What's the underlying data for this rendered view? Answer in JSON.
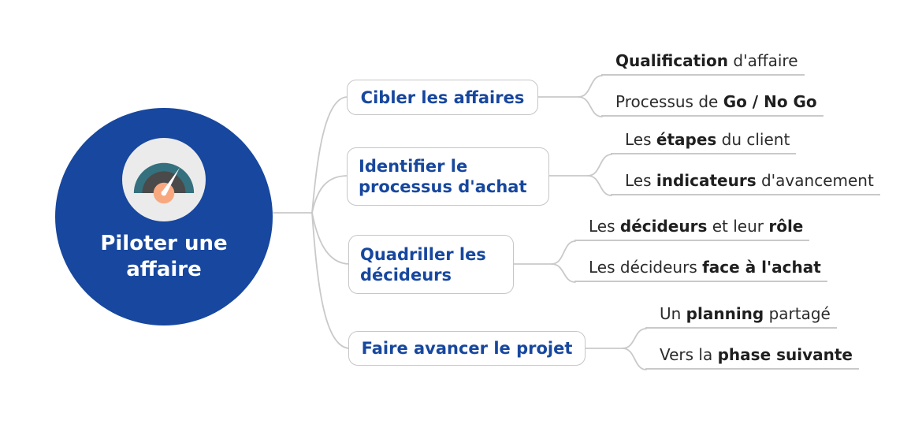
{
  "colors": {
    "brand_blue": "#17479e",
    "node_text_blue": "#17479e",
    "connector_gray": "#c9c9c9",
    "leaf_text_dark": "#2b2b2b",
    "gauge_background": "#ebebeb",
    "gauge_teal": "#35707e",
    "gauge_dark_gray": "#4a4a4a",
    "gauge_orange": "#f8a87f",
    "gauge_needle_white": "#ffffff"
  },
  "central": {
    "label": "Piloter une affaire",
    "icon": "gauge-icon"
  },
  "branches": [
    {
      "label": "Cibler les affaires",
      "leaves": [
        {
          "segments": [
            {
              "text": "Qualification",
              "bold": true
            },
            {
              "text": " d'affaire",
              "bold": false
            }
          ]
        },
        {
          "segments": [
            {
              "text": "Processus de ",
              "bold": false
            },
            {
              "text": "Go / No Go",
              "bold": true
            }
          ]
        }
      ]
    },
    {
      "label": "Identifier le processus d'achat",
      "leaves": [
        {
          "segments": [
            {
              "text": "Les ",
              "bold": false
            },
            {
              "text": "étapes",
              "bold": true
            },
            {
              "text": " du client",
              "bold": false
            }
          ]
        },
        {
          "segments": [
            {
              "text": "Les ",
              "bold": false
            },
            {
              "text": "indicateurs",
              "bold": true
            },
            {
              "text": " d'avancement",
              "bold": false
            }
          ]
        }
      ]
    },
    {
      "label": "Quadriller les décideurs",
      "leaves": [
        {
          "segments": [
            {
              "text": "Les ",
              "bold": false
            },
            {
              "text": "décideurs",
              "bold": true
            },
            {
              "text": " et leur ",
              "bold": false
            },
            {
              "text": "rôle",
              "bold": true
            }
          ]
        },
        {
          "segments": [
            {
              "text": "Les décideurs ",
              "bold": false
            },
            {
              "text": "face à l'achat",
              "bold": true
            }
          ]
        }
      ]
    },
    {
      "label": "Faire avancer le projet",
      "leaves": [
        {
          "segments": [
            {
              "text": "Un ",
              "bold": false
            },
            {
              "text": "planning",
              "bold": true
            },
            {
              "text": " partagé",
              "bold": false
            }
          ]
        },
        {
          "segments": [
            {
              "text": "Vers la ",
              "bold": false
            },
            {
              "text": "phase suivante",
              "bold": true
            }
          ]
        }
      ]
    }
  ]
}
